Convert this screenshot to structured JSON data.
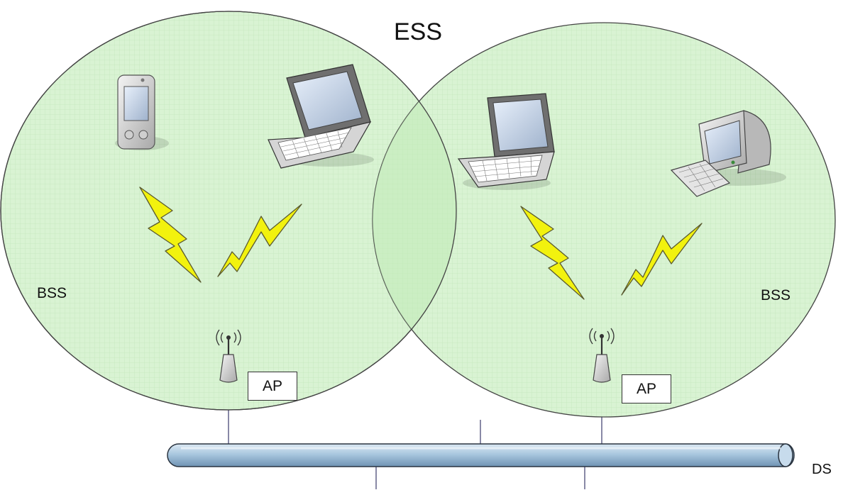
{
  "labels": {
    "ess": "ESS",
    "bss_left": "BSS",
    "bss_right": "BSS",
    "ap_left": "AP",
    "ap_right": "AP",
    "ds": "DS"
  },
  "colors": {
    "cell_fill": "#d9f3d3",
    "cell_overlap": "#c4ecbc",
    "cell_stroke": "#444444",
    "grid_line": "#c4e8bc",
    "bolt_fill": "#f2f20e",
    "bolt_stroke": "#5a5a30",
    "pipe_body": "#a9c7df",
    "pipe_highlight": "#dce9f4",
    "pipe_stroke": "#2a3440",
    "cable": "#3a3a6a"
  },
  "icons": {
    "pda": "pda-icon",
    "laptop_left": "laptop-icon",
    "laptop_right": "laptop-icon",
    "desktop": "desktop-computer-icon",
    "access_point_left": "access-point-icon",
    "access_point_right": "access-point-icon",
    "wireless_link": "lightning-bolt-icon"
  }
}
